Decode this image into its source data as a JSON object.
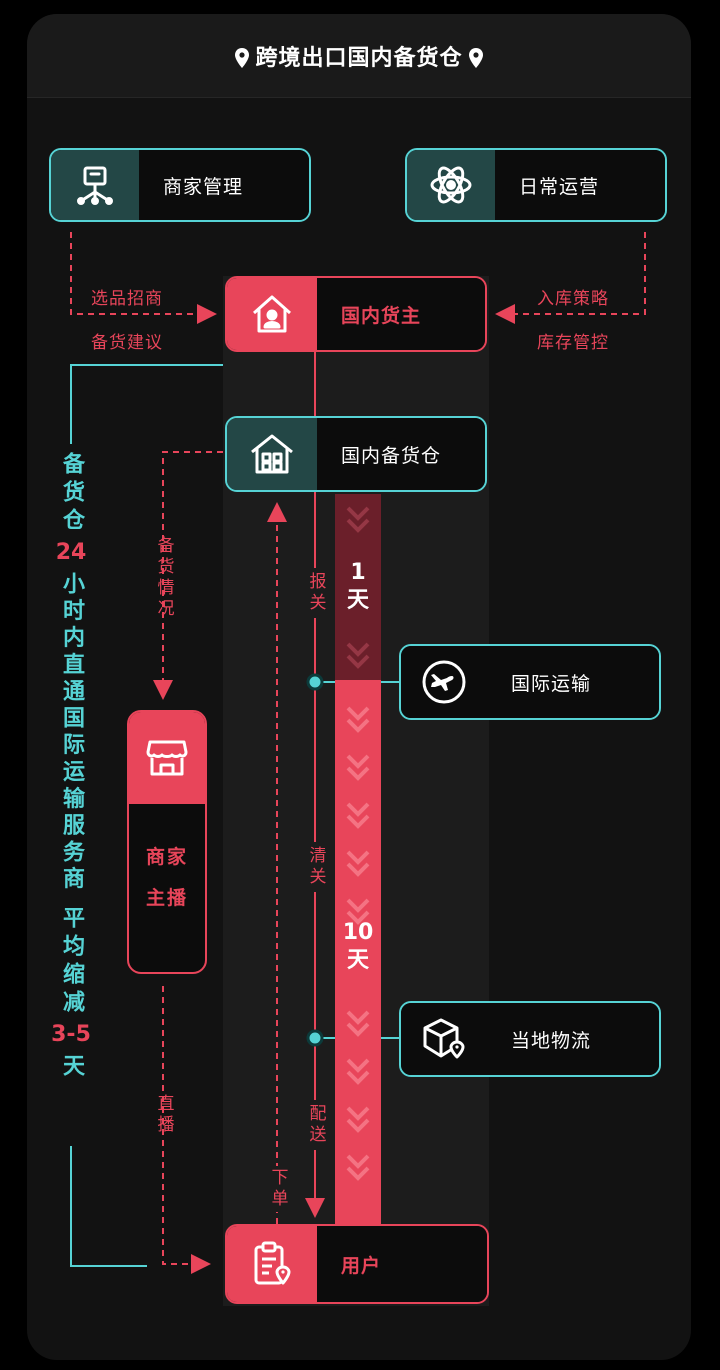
{
  "title": "跨境出口国内备货仓",
  "colors": {
    "teal": "#56d3d5",
    "red": "#e8455a",
    "dark_red": "#6b1f2a",
    "background": "#121212"
  },
  "nodes": {
    "merchant_mgmt": {
      "label": "商家管理",
      "icon": "org-chart-icon"
    },
    "daily_ops": {
      "label": "日常运营",
      "icon": "atom-icon"
    },
    "domestic_owner": {
      "label": "国内货主",
      "icon": "home-person-icon"
    },
    "domestic_warehouse": {
      "label": "国内备货仓",
      "icon": "warehouse-icon"
    },
    "intl_transport": {
      "label": "国际运输",
      "icon": "airplane-icon"
    },
    "local_logistics": {
      "label": "当地物流",
      "icon": "box-location-icon"
    },
    "user": {
      "label": "用户",
      "icon": "clipboard-location-icon"
    },
    "streamer": {
      "label1": "商家",
      "label2": "主播",
      "icon": "storefront-icon"
    }
  },
  "edge_labels": {
    "select_products": "选品招商",
    "stock_advice": "备货建议",
    "inbound_strategy": "入库策略",
    "inventory_control": "库存管控",
    "stock_status": "备货情况",
    "customs_declare": "报关",
    "customs_clear": "清关",
    "delivery": "配送",
    "livestream": "直播",
    "place_order": "下单"
  },
  "durations": {
    "stage1": {
      "value": "1",
      "unit": "天"
    },
    "stage2": {
      "value": "10",
      "unit": "天"
    }
  },
  "side_note": {
    "part1": "备货仓",
    "hours": "24",
    "part2": "小时内直通国际运输服务商",
    "part3": "平均缩减",
    "days": "3-5",
    "part4": "天"
  }
}
